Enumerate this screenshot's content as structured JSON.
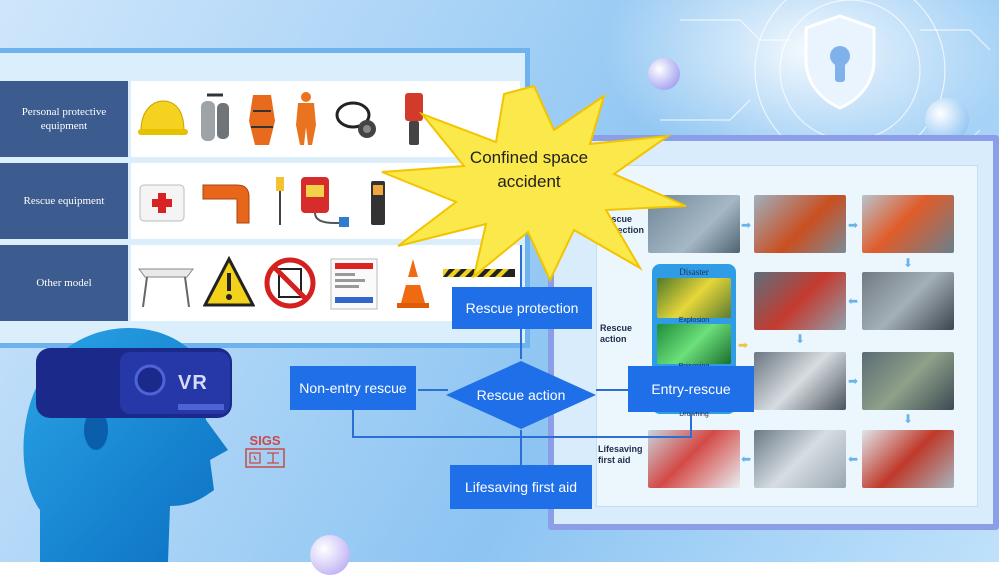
{
  "equipment": {
    "rows": [
      {
        "label": "Personal protective equipment"
      },
      {
        "label": "Rescue equipment"
      },
      {
        "label": "Other model"
      }
    ]
  },
  "burst": {
    "line1": "Confined space",
    "line2": "accident"
  },
  "flow": {
    "rescue_protection": "Rescue protection",
    "rescue_action": "Rescue action",
    "non_entry": "Non-entry rescue",
    "entry": "Entry-rescue",
    "first_aid": "Lifesaving first aid"
  },
  "process": {
    "rescue_protection_label": "Rescue protection",
    "rescue_action_label": "Rescue action",
    "lifesaving_label": "Lifesaving first aid",
    "disaster_title": "Disaster consequences",
    "explosion": "Explosion",
    "poisoning": "Poisoning",
    "drowning": "Drowning"
  },
  "logo": {
    "text": "SIGS"
  },
  "headset": {
    "text": "VR"
  },
  "colors": {
    "flow_box": "#1f6fe8",
    "label_bg": "#3c5b8e",
    "burst": "#fbe84a"
  }
}
